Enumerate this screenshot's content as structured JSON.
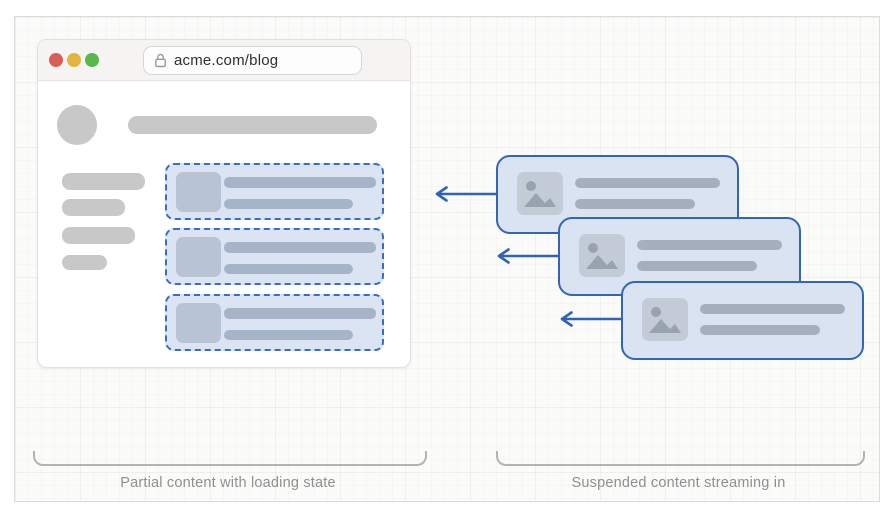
{
  "window": {
    "url": "acme.com/blog"
  },
  "captions": {
    "left": "Partial content with loading state",
    "right": "Suspended content streaming in"
  },
  "icons": {
    "lock": "lock-icon",
    "image_placeholder": "image-icon",
    "arrow": "arrow-left-icon"
  },
  "colors": {
    "accent_blue": "#2e63b8",
    "card_border": "#3566b5",
    "card_fill": "#d9e3f2",
    "placeholder_fill": "#dbe4f2",
    "skeleton_gray": "#c8c8c8",
    "skeleton_blue": "#a7b4c8",
    "bracket_gray": "#b5b3b1",
    "traffic_lights": [
      "#d75f56",
      "#e3b43f",
      "#57b94c"
    ]
  },
  "counts": {
    "loading_placeholders": 3,
    "streaming_cards": 3,
    "arrows": 3
  }
}
